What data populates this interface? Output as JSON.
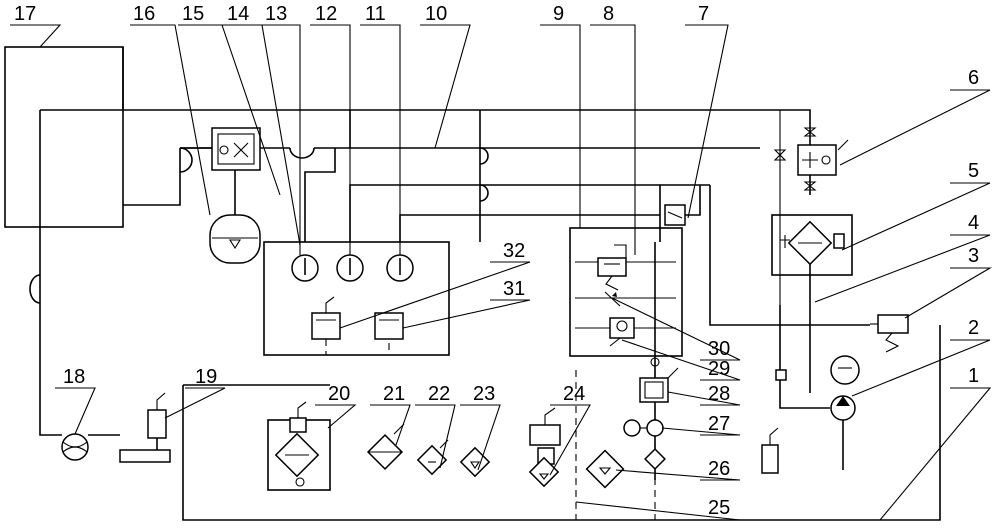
{
  "labels": {
    "c1": "1",
    "c2": "2",
    "c3": "3",
    "c4": "4",
    "c5": "5",
    "c6": "6",
    "c7": "7",
    "c8": "8",
    "c9": "9",
    "c10": "10",
    "c11": "11",
    "c12": "12",
    "c13": "13",
    "c14": "14",
    "c15": "15",
    "c16": "16",
    "c17": "17",
    "c18": "18",
    "c19": "19",
    "c20": "20",
    "c21": "21",
    "c22": "22",
    "c23": "23",
    "c24": "24",
    "c25": "25",
    "c26": "26",
    "c27": "27",
    "c28": "28",
    "c29": "29",
    "c30": "30",
    "c31": "31",
    "c32": "32"
  },
  "colors": {
    "line": "#000000",
    "background": "#ffffff"
  }
}
